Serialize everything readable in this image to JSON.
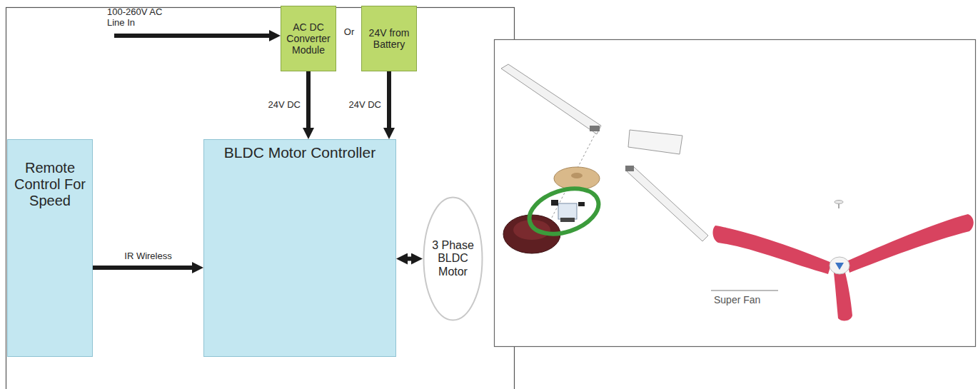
{
  "diagram": {
    "nodes": [
      {
        "text": [
          "AC DC Converter Module"
        ]
      },
      {
        "text": [
          "24V from Battery"
        ]
      },
      {
        "text": [
          "Remote Control For Speed"
        ]
      },
      {
        "text": [
          "BLDC Motor Controller"
        ]
      },
      {
        "text": [
          "3 Phase BLDC Motor"
        ]
      }
    ],
    "edges": [
      {
        "from": 0,
        "to": 3,
        "label": "24V DC",
        "arrow": "to"
      },
      {
        "from": 1,
        "to": 3,
        "label": "24V DC",
        "arrow": "to"
      },
      {
        "from": 2,
        "to": 3,
        "label": "IR Wireless",
        "arrow": "to"
      },
      {
        "from": 3,
        "to": 4,
        "arrow": "both"
      }
    ],
    "labels": [
      "100-260V AC Line In",
      "Or",
      "Super Fan"
    ]
  }
}
